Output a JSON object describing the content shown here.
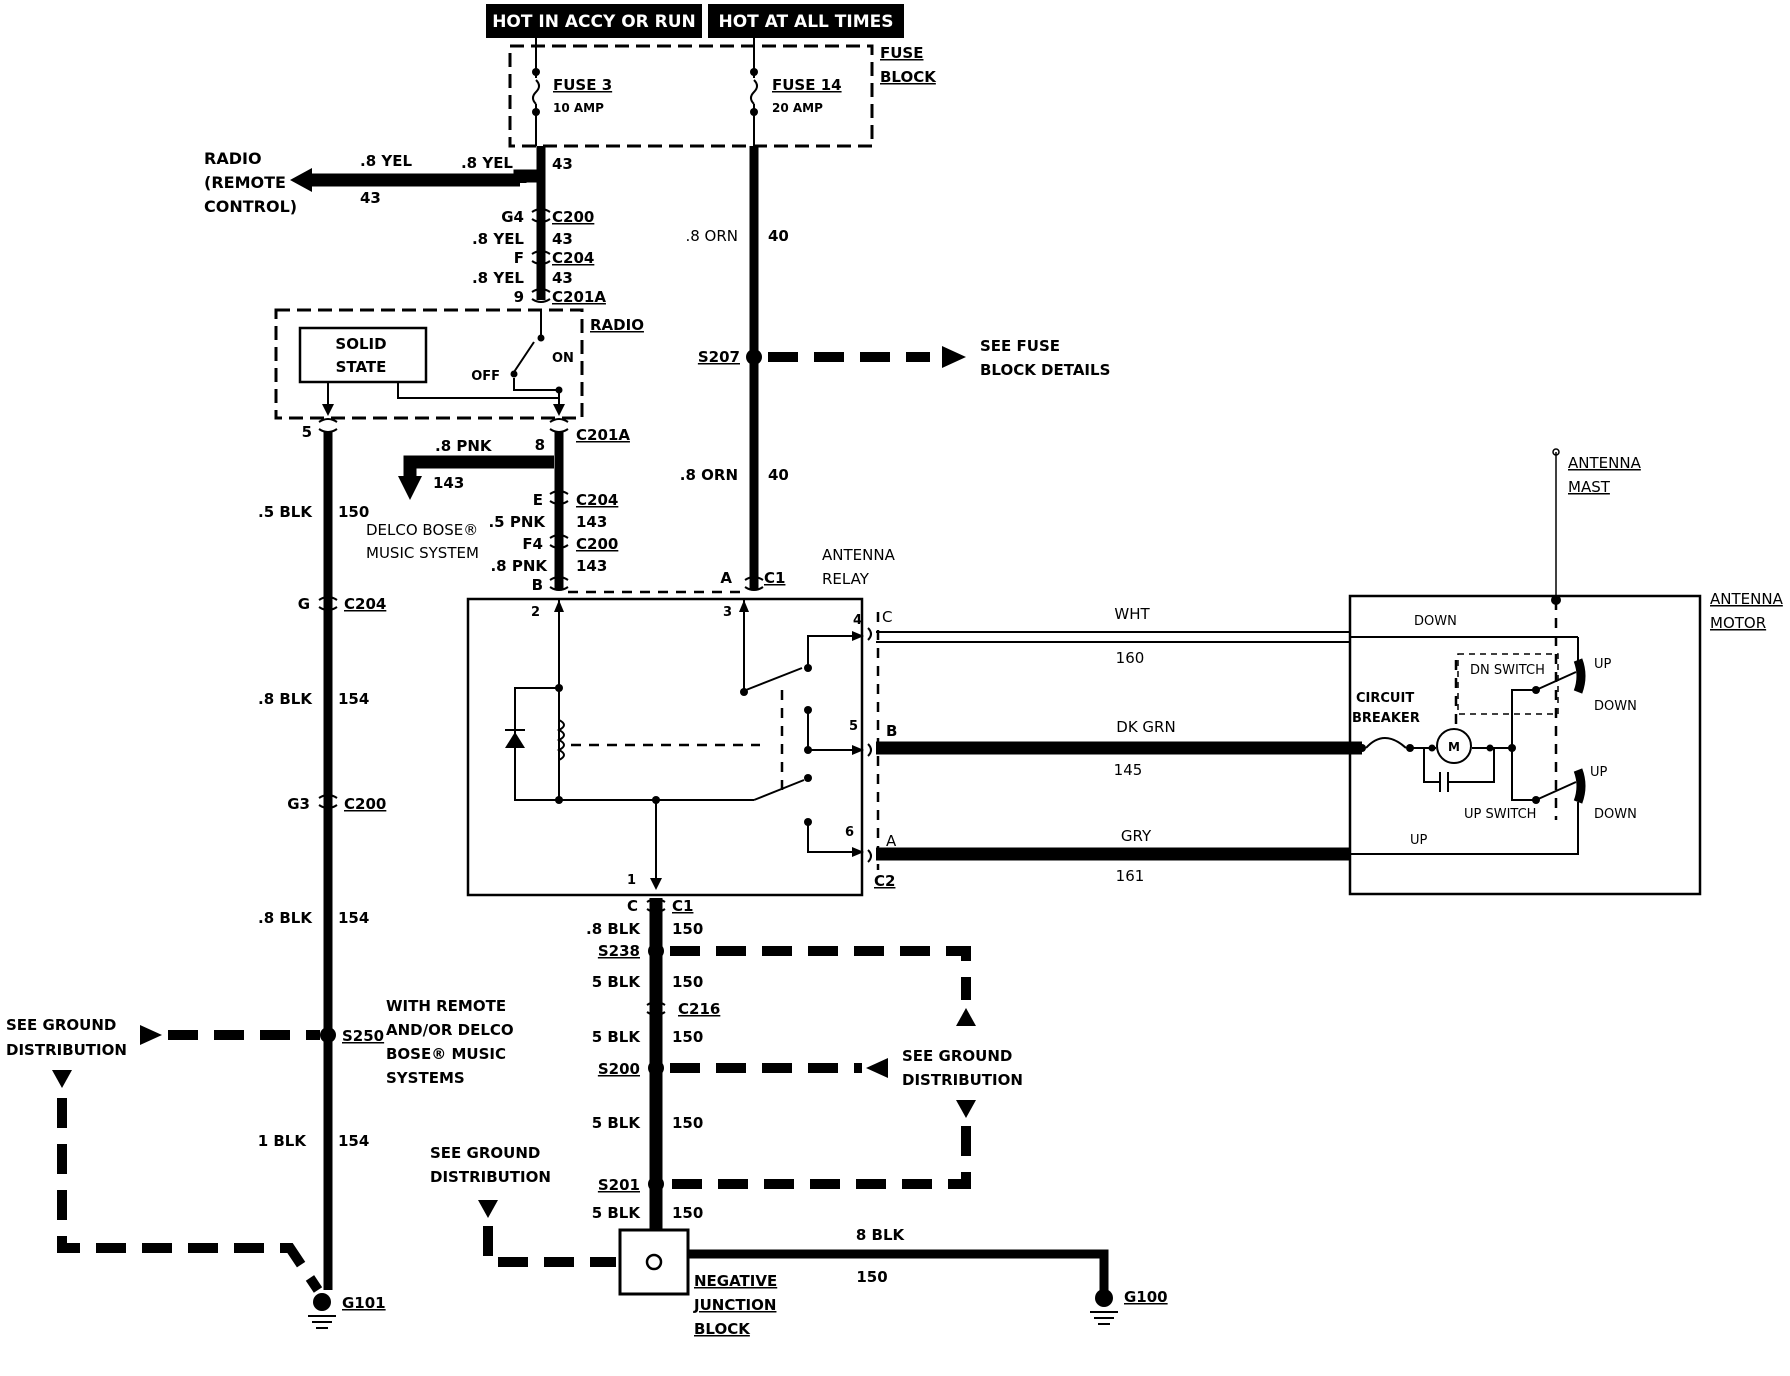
{
  "power": {
    "hot_accy_run": "HOT IN ACCY OR RUN",
    "hot_all_times": "HOT AT ALL TIMES"
  },
  "fuse_block": {
    "label_line1": "FUSE",
    "label_line2": "BLOCK",
    "fuse3_name": "FUSE 3",
    "fuse3_rating": "10 AMP",
    "fuse14_name": "FUSE 14",
    "fuse14_rating": "20 AMP"
  },
  "radio_remote": {
    "line1": "RADIO",
    "line2": "(REMOTE",
    "line3": "CONTROL)",
    "wire": ".8 YEL",
    "circuit": "43"
  },
  "left_feed": {
    "wire_top": ".8 YEL",
    "circuit_top": "43",
    "pin_g4": "G4",
    "c200": "C200",
    "wire2": ".8 YEL",
    "circuit2": "43",
    "pin_f": "F",
    "c204": "C204",
    "wire3": ".8 YEL",
    "circuit3": "43",
    "pin_9": "9",
    "c201a": "C201A"
  },
  "radio_box": {
    "label": "RADIO",
    "solid_state_1": "SOLID",
    "solid_state_2": "STATE",
    "off": "OFF",
    "on": "ON",
    "pin5": "5",
    "pin8": "8",
    "c201a": "C201A"
  },
  "pnk_branch": {
    "wire": ".8 PNK",
    "circuit": "143",
    "dest1": "DELCO BOSE® ",
    "dest2": "MUSIC SYSTEM",
    "pin_e": "E",
    "c204": "C204",
    "wire2": ".5 PNK",
    "circuit2": "143",
    "pin_f4": "F4",
    "c200": "C200",
    "wire3": ".8 PNK",
    "circuit3": "143",
    "pin_b": "B"
  },
  "ground_left": {
    "wire1": ".5 BLK",
    "circuit1": "150",
    "pin_g": "G",
    "c204": "C204",
    "wire2": ".8 BLK",
    "circuit2": "154",
    "pin_g3": "G3",
    "c200": "C200",
    "wire3": ".8 BLK",
    "circuit3": "154",
    "splice": "S250",
    "note1": "WITH REMOTE",
    "note2": "AND/OR DELCO",
    "note3": "BOSE® MUSIC",
    "note4": "SYSTEMS",
    "see1": "SEE GROUND",
    "see2": "DISTRIBUTION",
    "wire4": "1 BLK",
    "circuit4": "154",
    "ground": "G101"
  },
  "orn_feed": {
    "wire1": ".8 ORN",
    "circuit1": "40",
    "splice": "S207",
    "see1": "SEE FUSE",
    "see2": "BLOCK DETAILS",
    "wire2": ".8 ORN",
    "circuit2": "40",
    "pin_a": "A",
    "c1": "C1"
  },
  "relay": {
    "label1": "ANTENNA",
    "label2": "RELAY",
    "pin1": "1",
    "pin2": "2",
    "pin3": "3",
    "pin4": "4",
    "pin5": "5",
    "pin6": "6"
  },
  "harness": {
    "c_pin": "C",
    "wht": "WHT",
    "wht_circuit": "160",
    "b_pin": "B",
    "dkgrn": "DK GRN",
    "dkgrn_circuit": "145",
    "a_pin": "A",
    "gry": "GRY",
    "gry_circuit": "161",
    "c2": "C2"
  },
  "motor": {
    "mast1": "ANTENNA",
    "mast2": "MAST",
    "label1": "ANTENNA",
    "label2": "MOTOR",
    "down": "DOWN",
    "dn_switch": "DN SWITCH",
    "up": "UP",
    "down2": "DOWN",
    "breaker1": "CIRCUIT",
    "breaker2": "BREAKER",
    "m": "M",
    "up2": "UP",
    "up_switch": "UP SWITCH",
    "down3": "DOWN",
    "up_bottom": "UP"
  },
  "ground_center": {
    "pin_c": "C",
    "c1": "C1",
    "wire1": ".8 BLK",
    "circuit1": "150",
    "s238": "S238",
    "wire2": "5 BLK",
    "circuit2": "150",
    "c216": "C216",
    "wire3": "5 BLK",
    "circuit3": "150",
    "s200": "S200",
    "see1": "SEE GROUND",
    "see2": "DISTRIBUTION",
    "wire4": "5 BLK",
    "circuit4": "150",
    "s201": "S201",
    "wire5": "5 BLK",
    "circuit5": "150",
    "see_b1": "SEE GROUND",
    "see_b2": "DISTRIBUTION",
    "njb1": "NEGATIVE",
    "njb2": "JUNCTION",
    "njb3": "BLOCK",
    "g100_wire": "8 BLK",
    "g100_circuit": "150",
    "g100": "G100"
  }
}
